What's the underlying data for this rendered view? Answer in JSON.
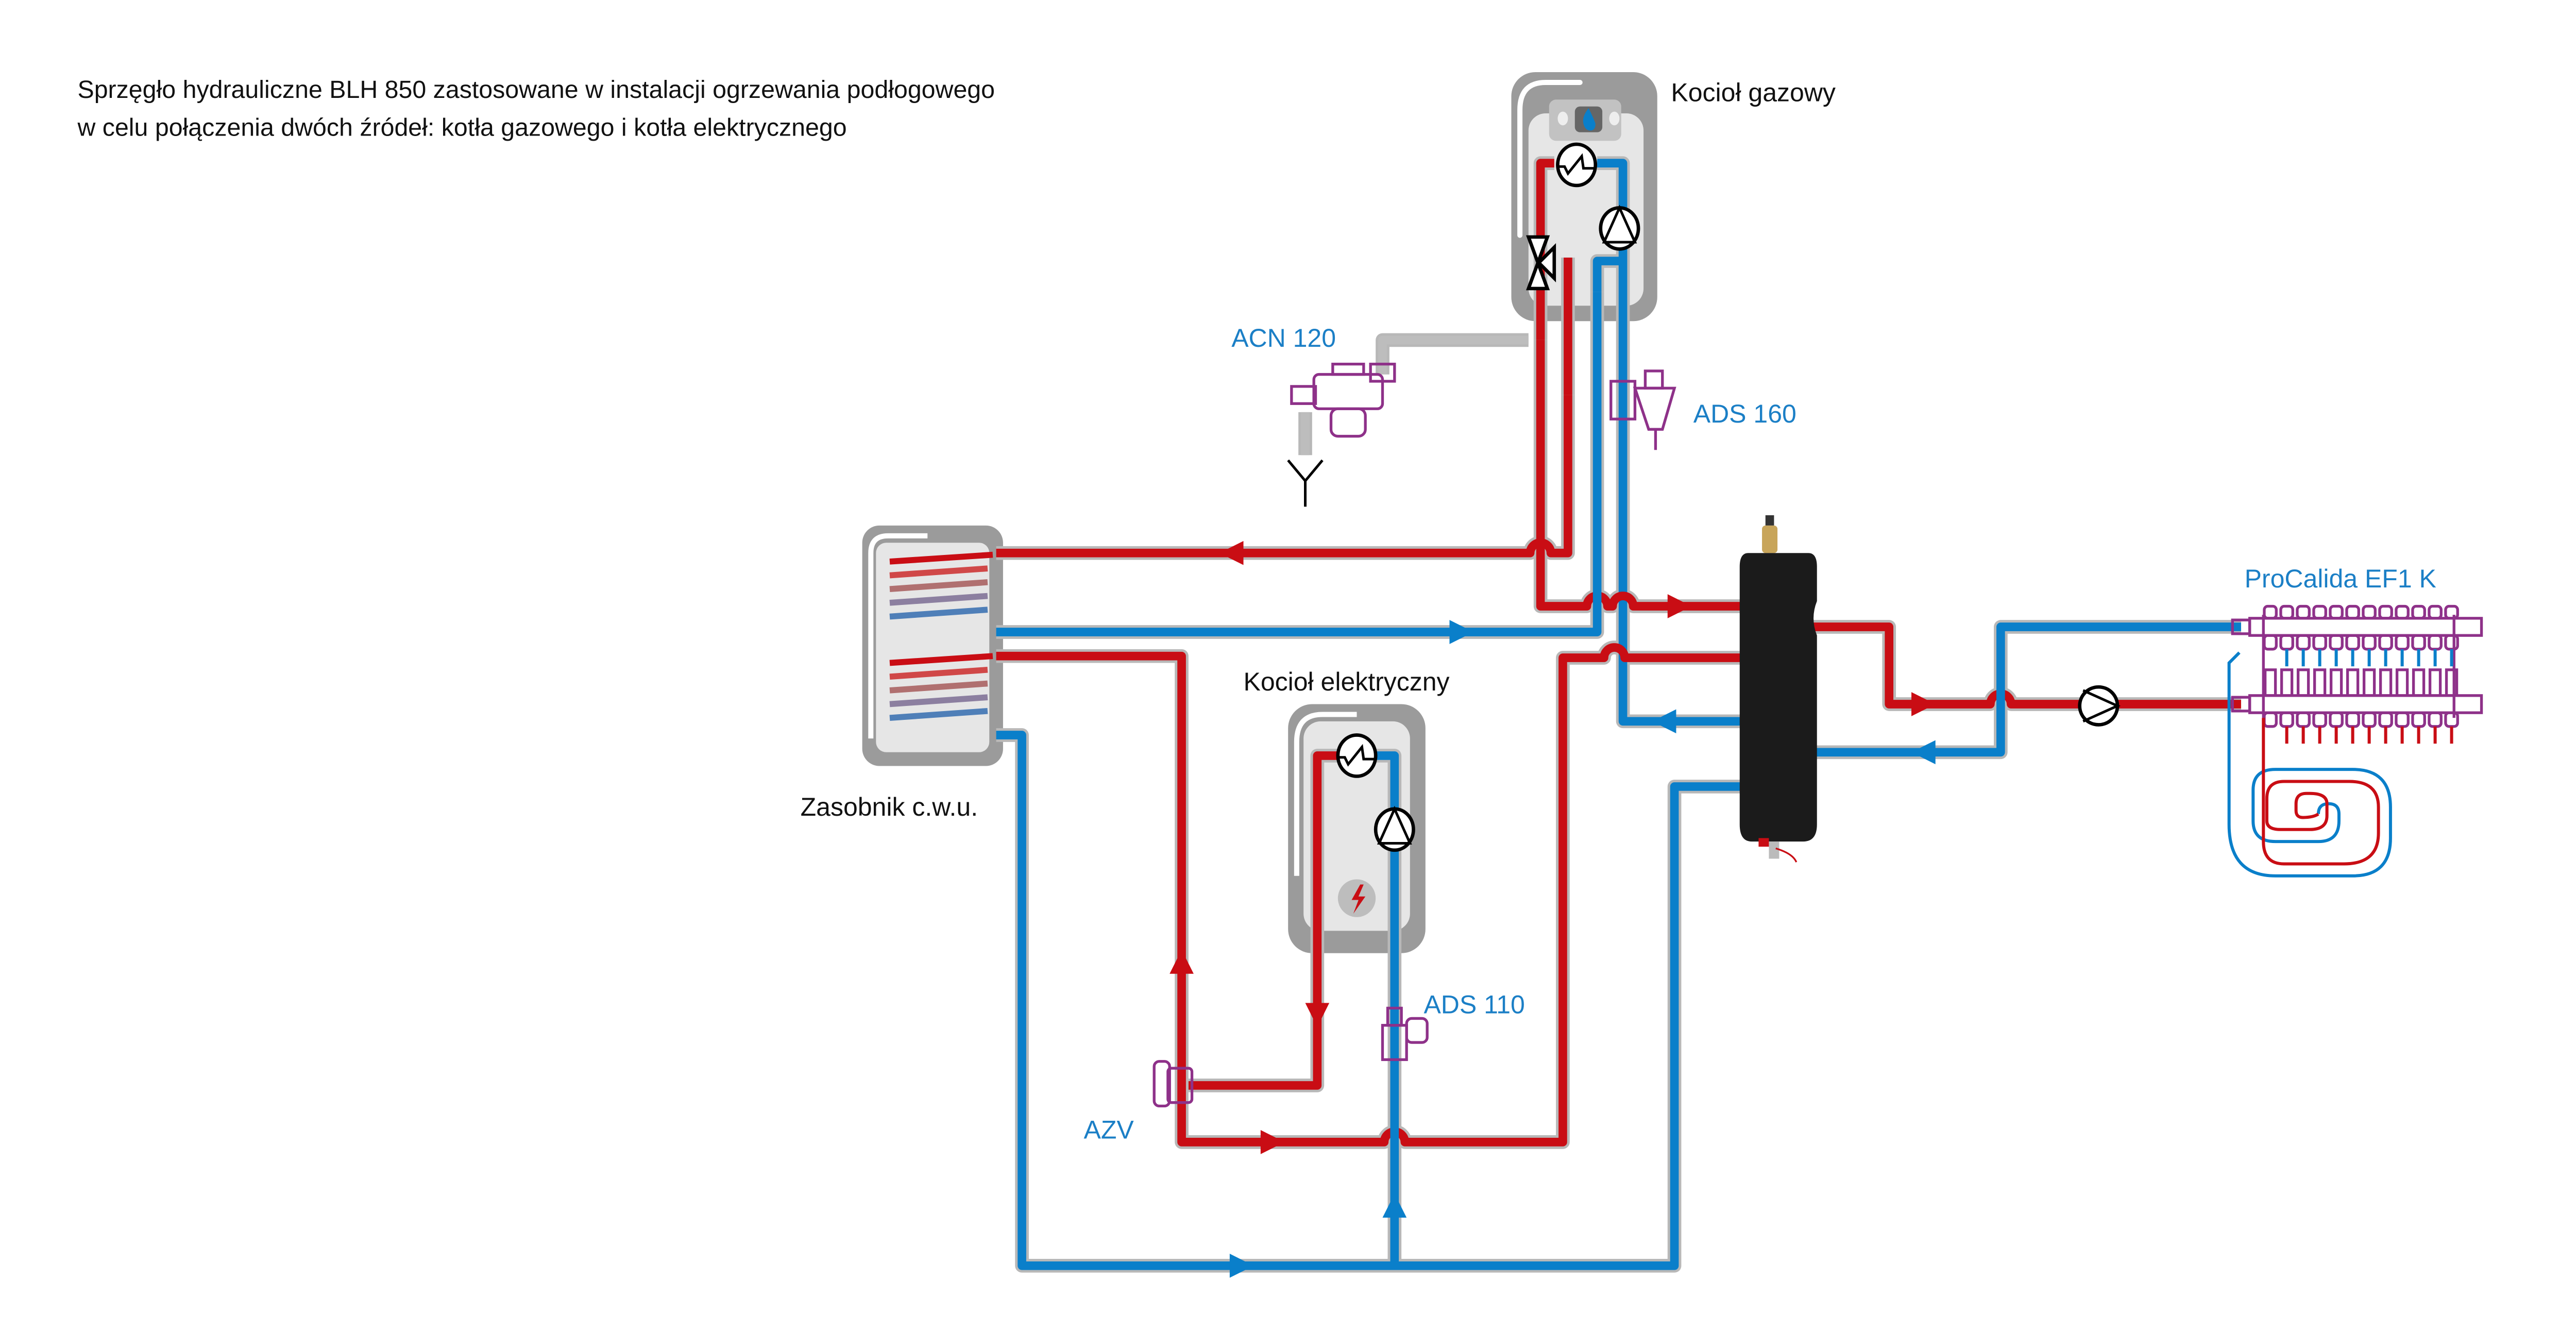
{
  "title": {
    "line1": "Sprzęgło hydrauliczne BLH 850 zastosowane w instalacji ogrzewania podłogowego",
    "line2": "w celu połączenia dwóch źródeł: kotła gazowego i kotła elektrycznego"
  },
  "labels": {
    "gas_boiler": "Kocioł gazowy",
    "electric_boiler": "Kocioł elektryczny",
    "storage_tank": "Zasobnik c.w.u.",
    "acn": "ACN 120",
    "ads160": "ADS 160",
    "ads110": "ADS 110",
    "azv": "AZV",
    "manifold": "ProCalida EF1 K"
  },
  "colors": {
    "supply": "#c90d14",
    "return": "#0a7fca",
    "label_blue": "#1b7fc6",
    "component_purple": "#8e3189",
    "boiler_grey": "#9b9b9b"
  },
  "icons": [
    "gas-flame-icon",
    "heat-exchanger-icon",
    "pump-icon",
    "three-way-valve-icon",
    "lightning-icon",
    "drain-funnel-icon"
  ]
}
